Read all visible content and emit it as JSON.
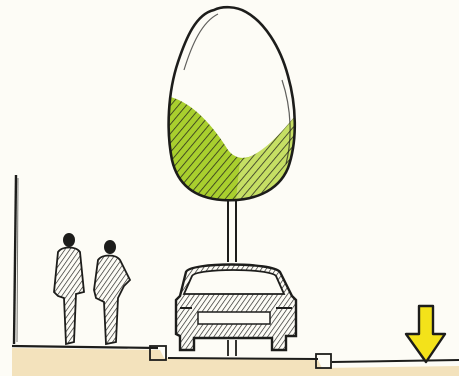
{
  "scene": {
    "subject": "street-section-sketch",
    "elements": [
      "wall",
      "pedestrian",
      "pedestrian",
      "parked-car",
      "street-tree",
      "ground",
      "curb",
      "level-arrow"
    ],
    "colors": {
      "paper": "#fdfcf6",
      "ink": "#1d1d1b",
      "foliage": "#a9cf2e",
      "foliage_light": "#c9e06a",
      "ground": "#f1ddb2",
      "arrow": "#f3e21a"
    }
  }
}
